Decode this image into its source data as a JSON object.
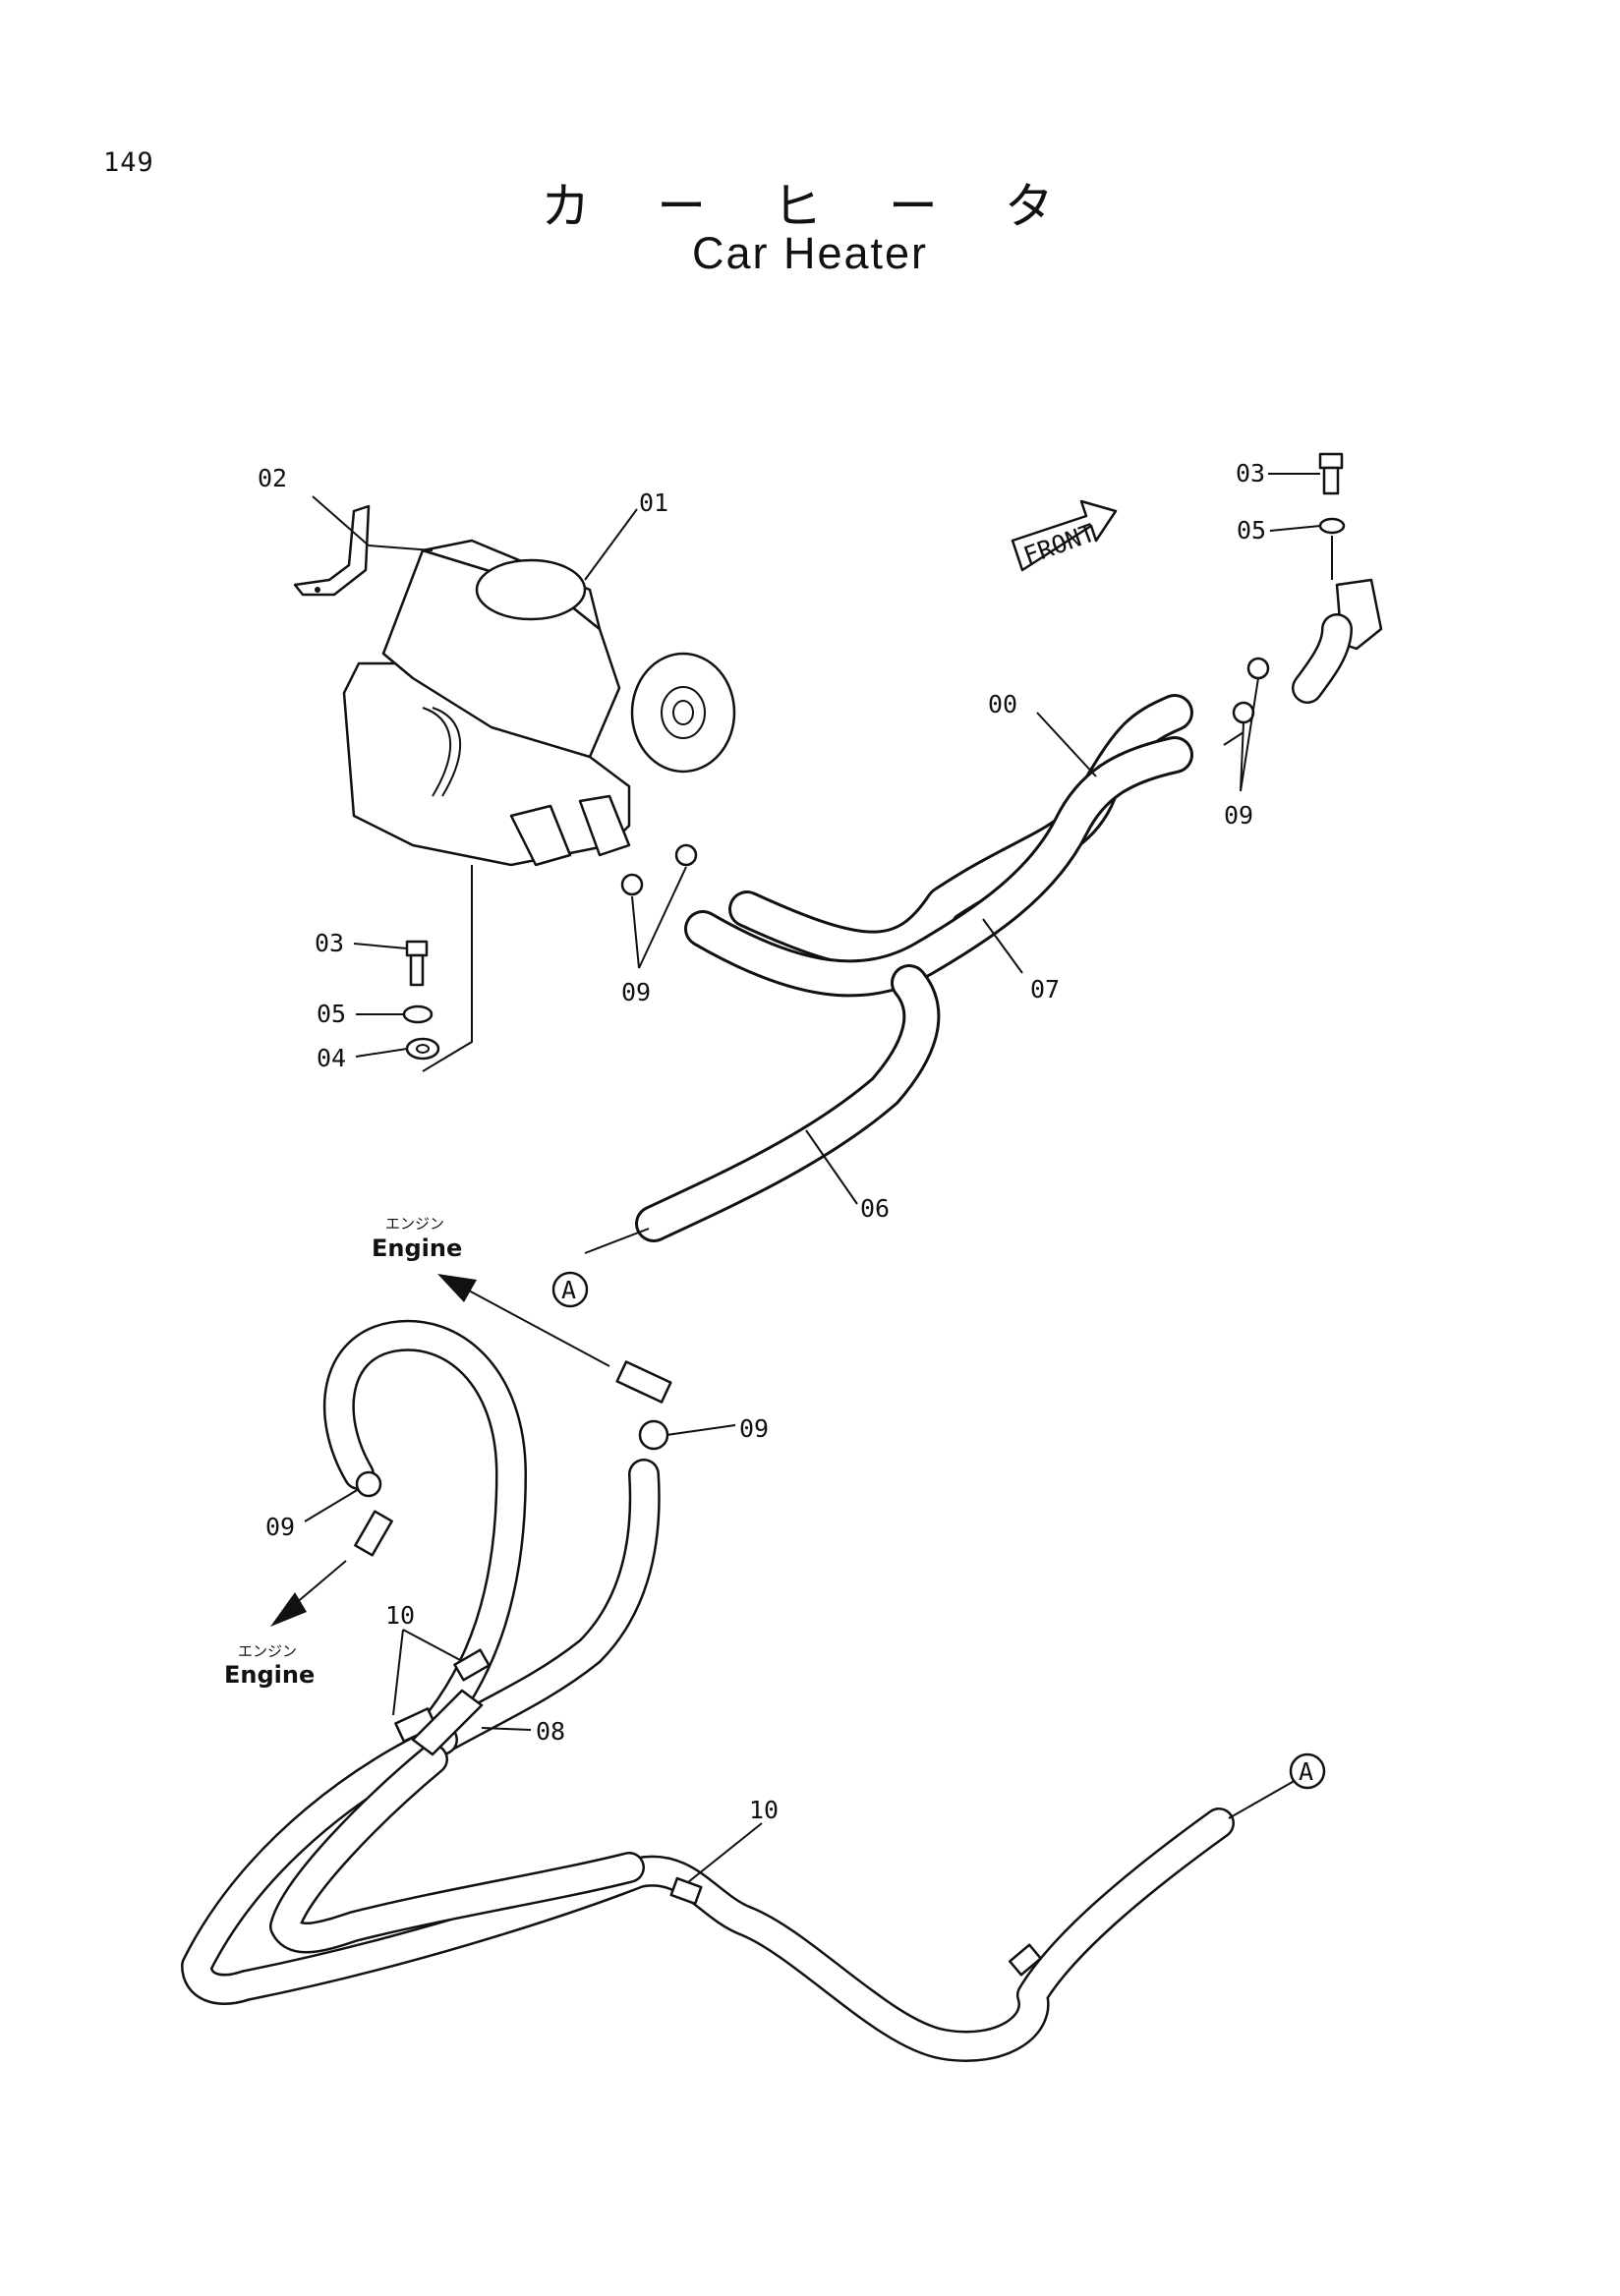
{
  "page": {
    "number": "149"
  },
  "title": {
    "japanese": "カ ー ヒ ー タ",
    "english": "Car Heater"
  },
  "labels": {
    "p00": "00",
    "p01": "01",
    "p02": "02",
    "p03a": "03",
    "p03b": "03",
    "p04": "04",
    "p05a": "05",
    "p05b": "05",
    "p06": "06",
    "p07": "07",
    "p08": "08",
    "p09a": "09",
    "p09b": "09",
    "p09c": "09",
    "p09d": "09",
    "p10a": "10",
    "p10b": "10",
    "front": "FRONT",
    "ref_a1": "A",
    "ref_a2": "A"
  },
  "engine_labels": [
    {
      "jp": "エンジン",
      "en": "Engine"
    },
    {
      "jp": "エンジン",
      "en": "Engine"
    }
  ]
}
